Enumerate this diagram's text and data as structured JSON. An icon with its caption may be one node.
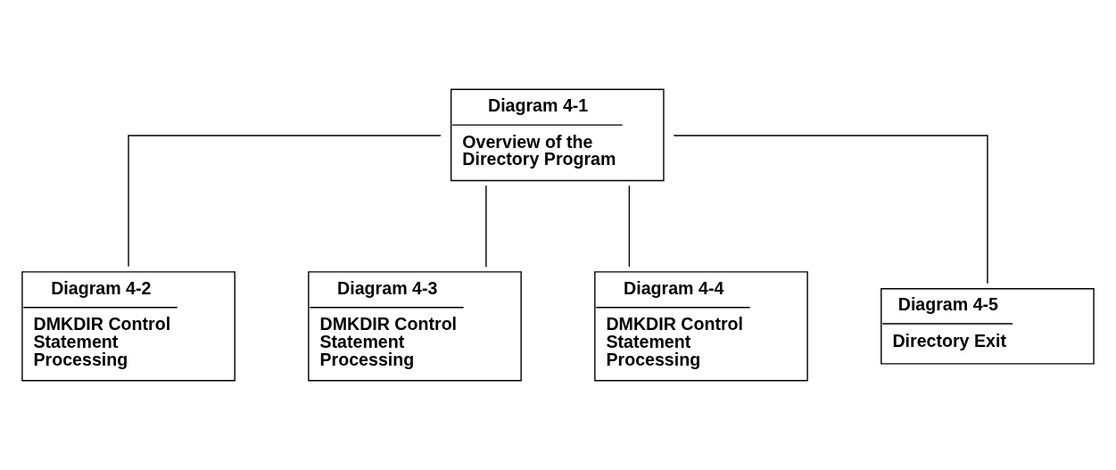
{
  "diagram": {
    "nodes": [
      {
        "text": [
          "Diagram 4-1",
          "Overview of the Directory Program"
        ]
      },
      {
        "text": [
          "Diagram 4-2",
          "DMKDIR Control Statement Processing"
        ]
      },
      {
        "text": [
          "Diagram 4-3",
          "DMKDIR Control Statement Processing"
        ]
      },
      {
        "text": [
          "Diagram 4-4",
          "DMKDIR Control Statement Processing"
        ]
      },
      {
        "text": [
          "Diagram 4-5",
          "Directory Exit"
        ]
      }
    ],
    "edges": [
      {
        "from": 0,
        "to": 1,
        "arrow": "none"
      },
      {
        "from": 0,
        "to": 2,
        "arrow": "none"
      },
      {
        "from": 0,
        "to": 3,
        "arrow": "none"
      },
      {
        "from": 0,
        "to": 4,
        "arrow": "none"
      }
    ]
  }
}
